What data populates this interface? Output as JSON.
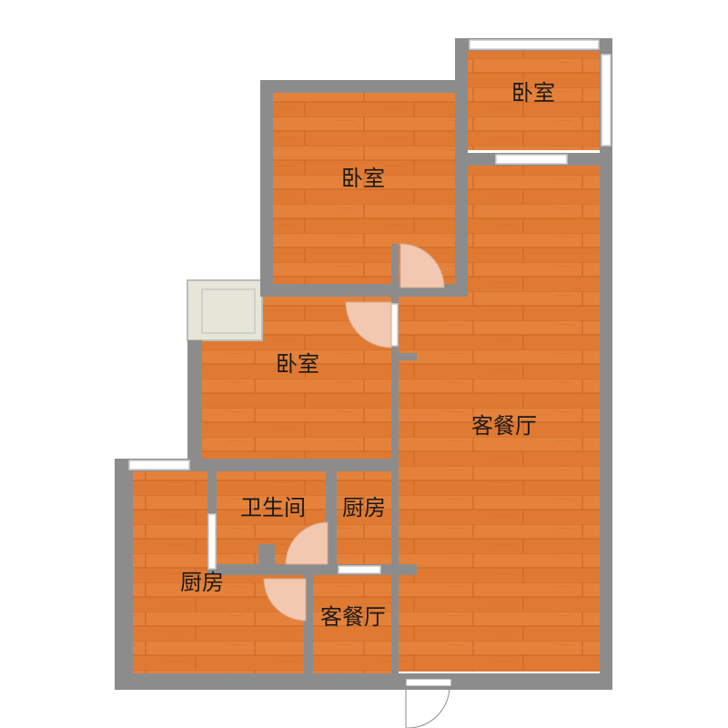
{
  "colors": {
    "wall": "#8c8c8c",
    "floor": "#e07a33",
    "floor_line": "#c96424",
    "window_frame": "#c9c9c9",
    "balcony": "#e6e6d8",
    "door": "#f2c9b0"
  },
  "rooms": [
    {
      "key": "bedroom-top-right",
      "label": "卧室"
    },
    {
      "key": "bedroom-top",
      "label": "卧室"
    },
    {
      "key": "bedroom-middle",
      "label": "卧室"
    },
    {
      "key": "living-dining-main",
      "label": "客餐厅"
    },
    {
      "key": "bathroom",
      "label": "卫生间"
    },
    {
      "key": "kitchen-small",
      "label": "厨房"
    },
    {
      "key": "kitchen-left",
      "label": "厨房"
    },
    {
      "key": "living-dining-small",
      "label": "客餐厅"
    }
  ]
}
